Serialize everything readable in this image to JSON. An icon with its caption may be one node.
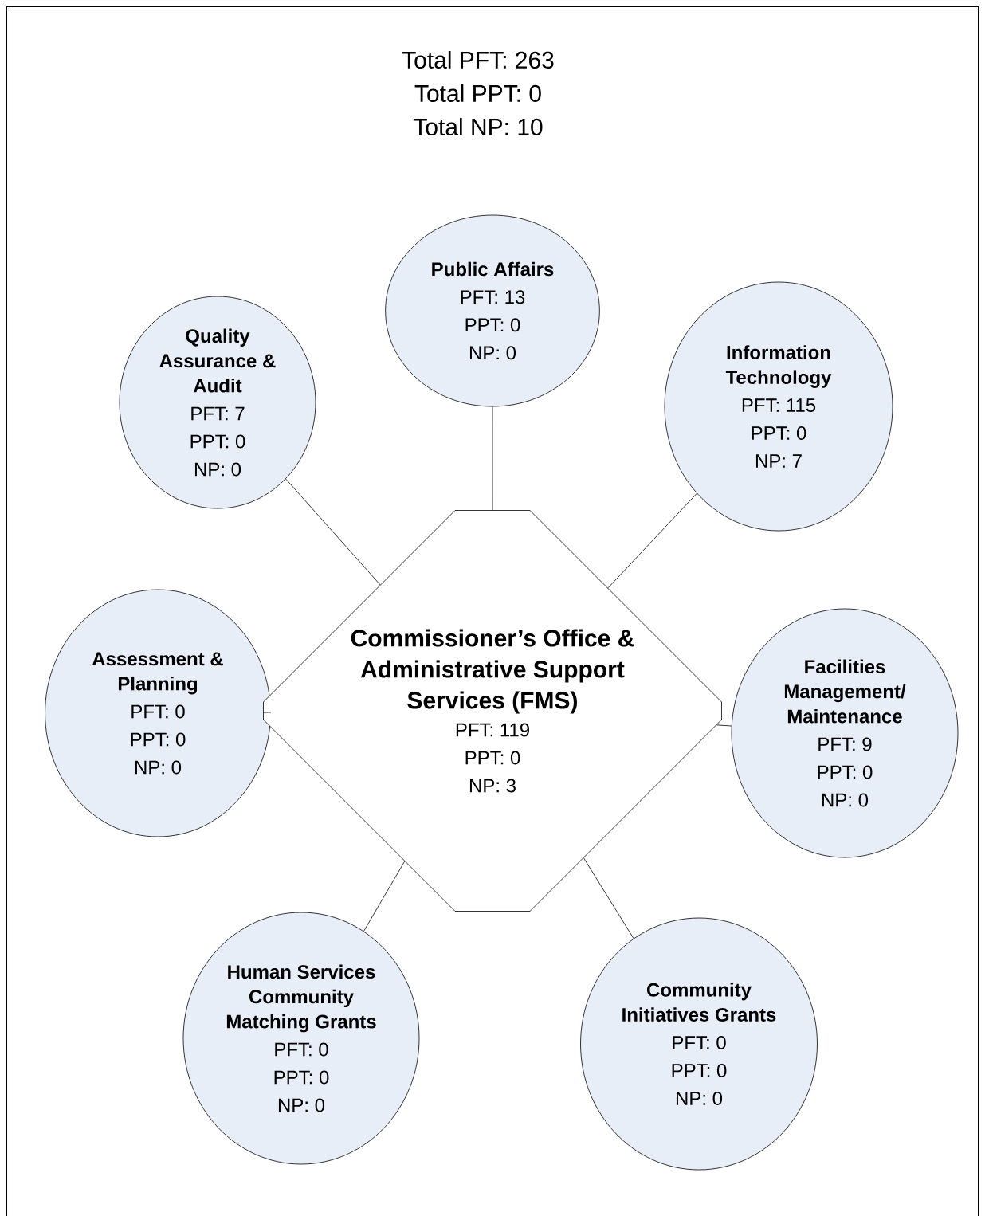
{
  "diagram": {
    "nodes": [
      {
        "text": [
          "Public Affairs",
          "PFT: 13",
          "PPT: 0",
          "NP: 0"
        ]
      },
      {
        "text": [
          "Quality Assurance & Audit",
          "PFT: 7",
          "PPT: 0",
          "NP: 0"
        ]
      },
      {
        "text": [
          "Information Technology",
          "PFT: 115",
          "PPT: 0",
          "NP: 7"
        ]
      },
      {
        "text": [
          "Assessment & Planning",
          "PFT: 0",
          "PPT: 0",
          "NP: 0"
        ]
      },
      {
        "text": [
          "Commissioner’s Office & Administrative Support Services (FMS)",
          "PFT: 119",
          "PPT: 0",
          "NP: 3"
        ]
      },
      {
        "text": [
          "Facilities Management/ Maintenance",
          "PFT: 9",
          "PPT: 0",
          "NP: 0"
        ]
      },
      {
        "text": [
          "Human Services Community Matching Grants",
          "PFT: 0",
          "PPT: 0",
          "NP: 0"
        ]
      },
      {
        "text": [
          "Community Initiatives Grants",
          "PFT: 0",
          "PPT: 0",
          "NP: 0"
        ]
      }
    ],
    "edges": [
      {
        "from": 4,
        "to": 0,
        "arrow": "none"
      },
      {
        "from": 4,
        "to": 1,
        "arrow": "none"
      },
      {
        "from": 4,
        "to": 2,
        "arrow": "none"
      },
      {
        "from": 4,
        "to": 3,
        "arrow": "none"
      },
      {
        "from": 4,
        "to": 5,
        "arrow": "none"
      },
      {
        "from": 4,
        "to": 6,
        "arrow": "none"
      },
      {
        "from": 4,
        "to": 7,
        "arrow": "none"
      }
    ],
    "labels": [
      "Total PFT: 263",
      "Total PPT: 0",
      "Total NP: 10"
    ]
  }
}
